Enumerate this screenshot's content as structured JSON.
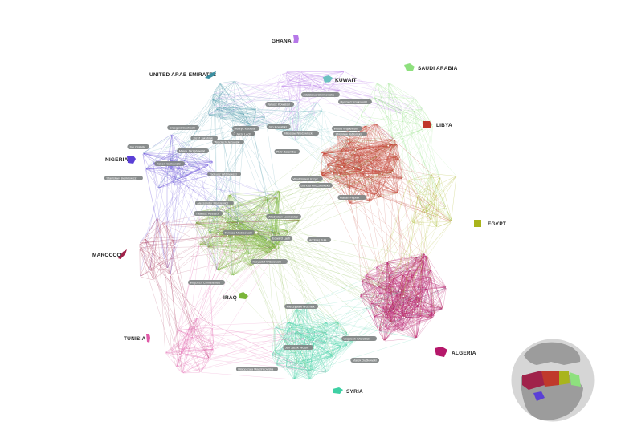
{
  "colors": {
    "ghana": "#b678e8",
    "uae": "#3a8ea0",
    "kuwait": "#6cc1c0",
    "saudi_arabia": "#8ee07e",
    "libya": "#c0392b",
    "egypt": "#a9b41c",
    "nigeria": "#5a3fd6",
    "marocco": "#a0224a",
    "iraq": "#7bb53a",
    "tunisia": "#e05aa8",
    "syria": "#3fd0a4",
    "algeria": "#b5176a",
    "label_bg": "#7f8383",
    "globe_ocean": "#d6d6d6",
    "globe_land": "#9c9c9c"
  },
  "countries": {
    "ghana": "GHANA",
    "uae": "UNITED ARAB EMIRATES",
    "kuwait": "KUWAIT",
    "saudi_arabia": "SAUDI ARABIA",
    "libya": "LIBYA",
    "egypt": "EGYPT",
    "nigeria": "NIGERIA",
    "marocco": "MAROCCO",
    "iraq": "IRAQ",
    "tunisia": "TUNISIA",
    "syria": "SYRIA",
    "algeria": "ALGERIA"
  },
  "people": [
    "Zdzisława Cierniewska",
    "Ryszard Szołkowski",
    "Janusz Kowalski",
    "Jan Kowalski",
    "Henryk Kobiela",
    "Jarosław Maj",
    "Mirosław Niedźwiecki",
    "Witold Wąsiewski",
    "Zbigniew Jabłoński",
    "Grzegorz Suchecki",
    "Józef Jakubiak",
    "Jerzy Lech",
    "Wojciech Jeżowski",
    "Jan Grabski",
    "Marek Jarzębowski",
    "Robert Gałkowski",
    "Stanisław Sienkiewicz",
    "Piotr Zaremba",
    "Tadeusz Wiśniewski",
    "Włodzimierz Krzyż",
    "Danuta Mroczkowska",
    "Marian Filipiak",
    "Aleksander Markiewicz",
    "Tadeusz Rzeszut",
    "Władysław Leonowicz",
    "Tomasz Modrzewski",
    "Edward Lach",
    "Andrzej Kuła",
    "Krzysztof Wiśniewski",
    "Wojciech Chmielewski",
    "Mieczysław Woźniak",
    "Wojciech Wierzbicki",
    "Jan Jacek Wolski",
    "Marek Dudkowski",
    "Małgorzata Marcinkowska"
  ]
}
